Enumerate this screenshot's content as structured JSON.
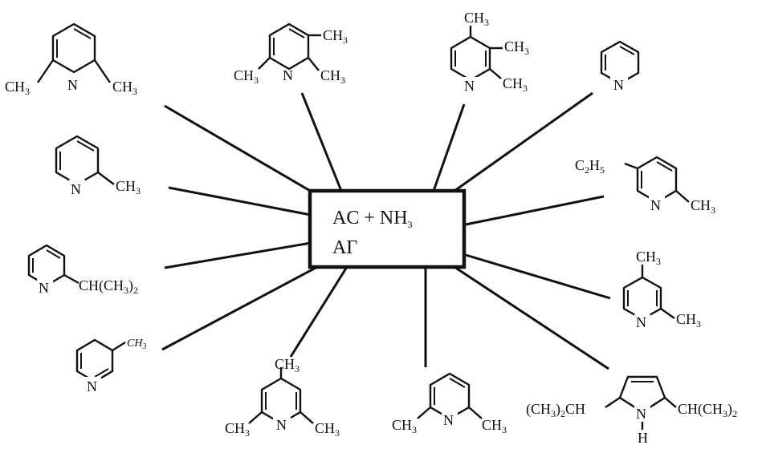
{
  "center": {
    "line1": "AC + NH",
    "line1_sub": "3",
    "line2": "AΓ"
  },
  "molecules": [
    {
      "id": "m1",
      "labels": [
        {
          "t": "CH",
          "s": "3"
        },
        {
          "t": "N"
        },
        {
          "t": "CH",
          "s": "3"
        }
      ]
    },
    {
      "id": "m2",
      "labels": [
        {
          "t": "CH",
          "s": "3"
        },
        {
          "t": "N"
        },
        {
          "t": "CH",
          "s": "3"
        },
        {
          "t": "CH",
          "s": "3"
        }
      ]
    },
    {
      "id": "m3",
      "labels": [
        {
          "t": "CH",
          "s": "3"
        },
        {
          "t": "CH",
          "s": "3"
        },
        {
          "t": "N"
        },
        {
          "t": "CH",
          "s": "3"
        }
      ]
    },
    {
      "id": "m4",
      "labels": [
        {
          "t": "N"
        }
      ]
    },
    {
      "id": "m5",
      "labels": [
        {
          "t": "N"
        },
        {
          "t": "CH",
          "s": "3"
        }
      ]
    },
    {
      "id": "m6",
      "labels": [
        {
          "t": "C",
          "s": "2"
        },
        {
          "t": "H",
          "s": "5"
        },
        {
          "t": "N"
        },
        {
          "t": "CH",
          "s": "3"
        }
      ]
    },
    {
      "id": "m7",
      "labels": [
        {
          "t": "N"
        },
        {
          "t": "CH(CH",
          "s": "3"
        },
        {
          "t": ")",
          "s": "2"
        }
      ]
    },
    {
      "id": "m8",
      "labels": [
        {
          "t": "CH",
          "s": "3"
        },
        {
          "t": "N"
        },
        {
          "t": "CH",
          "s": "3"
        }
      ]
    },
    {
      "id": "m9",
      "labels": [
        {
          "t": "CH",
          "s": "3"
        },
        {
          "t": "N"
        }
      ]
    },
    {
      "id": "m10",
      "labels": [
        {
          "t": "CH",
          "s": "3"
        },
        {
          "t": "CH",
          "s": "3"
        },
        {
          "t": "N"
        },
        {
          "t": "CH",
          "s": "3"
        }
      ]
    },
    {
      "id": "m11",
      "labels": [
        {
          "t": "CH",
          "s": "3"
        },
        {
          "t": "N"
        },
        {
          "t": "CH",
          "s": "3"
        }
      ]
    },
    {
      "id": "m12",
      "labels": [
        {
          "t": "(CH",
          "s": "3"
        },
        {
          "t": ")",
          "s": "2"
        },
        {
          "t": "CH"
        },
        {
          "t": "N"
        },
        {
          "t": "H"
        },
        {
          "t": "CH(CH",
          "s": "3"
        },
        {
          "t": ")",
          "s": "2"
        }
      ]
    }
  ]
}
